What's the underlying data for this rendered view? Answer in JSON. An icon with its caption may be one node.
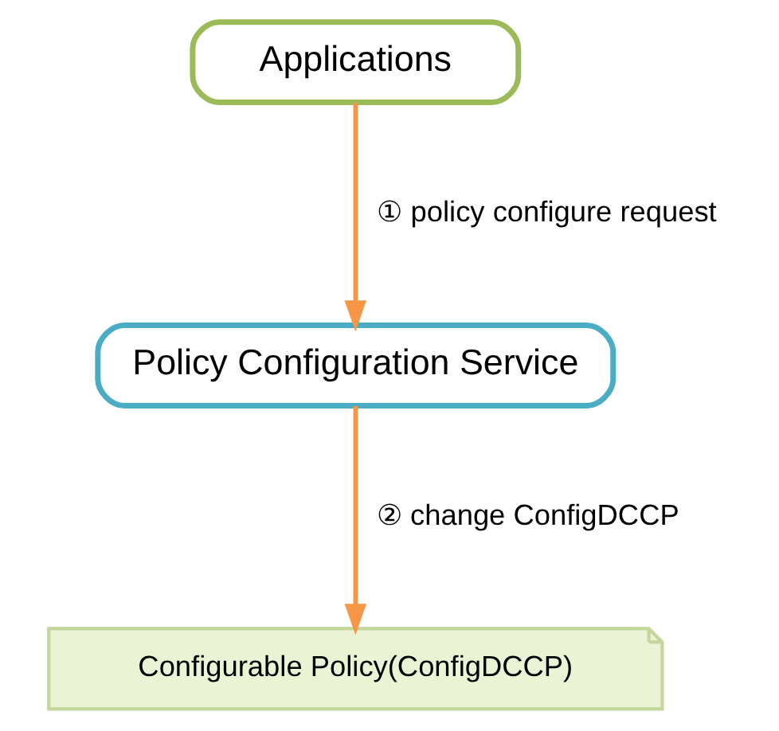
{
  "diagram": {
    "nodes": [
      {
        "text": [
          "Applications"
        ]
      },
      {
        "text": [
          "Policy Configuration Service"
        ]
      },
      {
        "text": [
          "Configurable Policy(ConfigDCCP)"
        ]
      }
    ],
    "edges": [
      {
        "from": 0,
        "to": 1,
        "arrow": "to",
        "label": "① policy configure request"
      },
      {
        "from": 1,
        "to": 2,
        "arrow": "to",
        "label": "② change ConfigDCCP"
      }
    ]
  }
}
